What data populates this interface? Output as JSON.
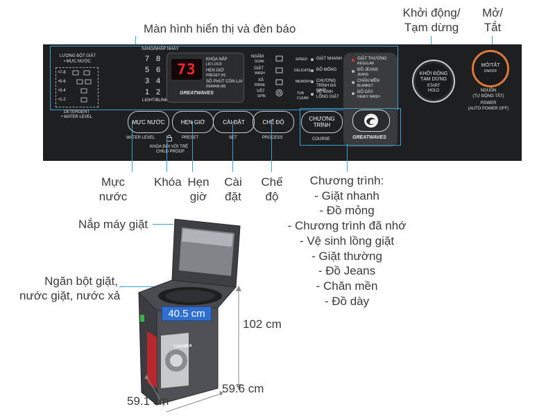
{
  "top_callouts": {
    "display": "Màn hình hiển thị và đèn báo",
    "start_line1": "Khởi động/",
    "start_line2": "Tạm dừng",
    "power_line1": "Mở/",
    "power_line2": "Tắt"
  },
  "panel": {
    "detergent_title": "LƯỢNG BỘT GIẶT",
    "detergent_sub": "• MỰC NƯỚC",
    "detergent_levels": [
      "•7-8",
      "•5-6",
      "•3-4",
      "•1-2"
    ],
    "detergent_foot1": "DETERGENT",
    "detergent_foot2": "• WATER LEVEL",
    "sang_nhap_nhay": "SÁNG/NHẤP NHÁY",
    "light_blink": "LIGHT/BLINK",
    "numbers": [
      "7",
      "8",
      "5",
      "6",
      "3",
      "4",
      "1",
      "2"
    ],
    "display_value": "73",
    "greatwaves": "GREATWAVES",
    "indicators_left": [
      {
        "vi": "KHÓA NẮP",
        "en": "LID LOCK"
      },
      {
        "vi": "HẸN GIỜ",
        "en": "PRESET (H)"
      },
      {
        "vi": "SỐ PHÚT CÒN LẠI",
        "en": "REMAIN (M)"
      }
    ],
    "process": [
      {
        "vi": "NGÂM",
        "en": "SOAK"
      },
      {
        "vi": "GIẶT",
        "en": "WASH"
      },
      {
        "vi": "XẢ",
        "en": "RINSE"
      },
      {
        "vi": "VẮT",
        "en": "SPIN"
      }
    ],
    "course_left": [
      {
        "en": "SPEED",
        "vi": "GIẶT NHANH"
      },
      {
        "en": "DELICATE",
        "vi": "ĐỒ MỎNG"
      },
      {
        "en": "MEMORY",
        "vi": "CHƯƠNG TRÌNH ĐÃ NHỚ"
      },
      {
        "en": "TUB CLEAN",
        "vi": "VỆ SINH LỒNG GIẶT"
      }
    ],
    "course_right": [
      {
        "vi": "GIẶT THƯỜNG",
        "en": "REGULAR"
      },
      {
        "vi": "ĐỒ JEANS",
        "en": "JEANS"
      },
      {
        "vi": "CHĂN MỀN",
        "en": "BLANKET"
      },
      {
        "vi": "ĐỒ DÀY",
        "en": "HEAVY WASH"
      }
    ],
    "btn_water": "MỰC NƯỚC",
    "btn_water_en": "WATER LEVEL",
    "btn_preset": "HẸN GIỜ",
    "btn_preset_en": "PRESET",
    "childproof_vi": "KHÓA ĐỐI VỚI TRẺ",
    "childproof_en": "CHILD PROOF",
    "btn_set": "CÀI ĐẶT",
    "btn_set_en": "SET",
    "btn_process": "CHẾ ĐỘ",
    "btn_process_en": "PROCESS",
    "btn_course_1": "CHƯƠNG",
    "btn_course_2": "TRÌNH",
    "btn_course_en": "COURSE",
    "start_vi1": "KHỞI ĐỘNG",
    "start_vi2": "TẠM DỪNG",
    "start_en1": "START",
    "start_en2": "HOLD",
    "power_vi": "MỞ/TẮT",
    "power_en": "ON/OFF",
    "power_label1": "NGUỒN",
    "power_label2": "(TỰ ĐỘNG TẮT)",
    "power_label3": "POWER",
    "power_label4": "(AUTO POWER OFF)"
  },
  "bottom_callouts": {
    "water_1": "Mực",
    "water_2": "nước",
    "lock": "Khóa",
    "preset_1": "Hẹn",
    "preset_2": "giờ",
    "set_1": "Cài",
    "set_2": "đặt",
    "mode_1": "Chế",
    "mode_2": "độ",
    "program_title": "Chương trình:",
    "programs": [
      "- Giặt nhanh",
      "- Đồ mỏng",
      "- Chương trình đã nhớ",
      "- Vệ sinh lồng giặt",
      "- Giặt thường",
      "- Đồ Jeans",
      "- Chăn mền",
      "- Đồ dày"
    ]
  },
  "machine": {
    "lid_label": "Nắp máy giặt",
    "drawer_line1": "Ngăn bột giặt,",
    "drawer_line2": "nước giặt, nước xả",
    "width_inner": "40.5 cm",
    "height": "102 cm",
    "depth": "59.6 cm",
    "width": "59.1 cm",
    "brand": "TOSHIBA"
  }
}
